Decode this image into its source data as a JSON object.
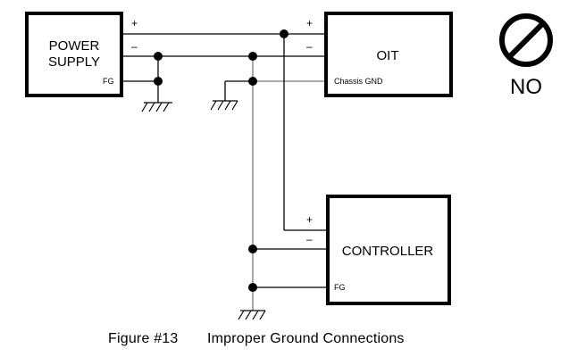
{
  "power_supply": {
    "name_line1": "POWER",
    "name_line2": "SUPPLY",
    "plus": "+",
    "minus": "–",
    "fg": "FG"
  },
  "oit": {
    "name": "OIT",
    "plus": "+",
    "minus": "–",
    "chassis_gnd": "Chassis GND"
  },
  "controller": {
    "name": "CONTROLLER",
    "plus": "+",
    "minus": "–",
    "fg": "FG"
  },
  "verdict": {
    "text": "NO",
    "icon": "prohibited-icon"
  },
  "caption": {
    "figure": "Figure #13",
    "title": "Improper Ground Connections"
  }
}
